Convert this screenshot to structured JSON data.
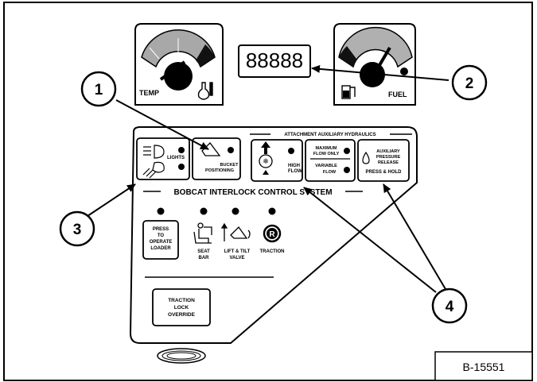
{
  "gauges": {
    "temp": {
      "label": "TEMP"
    },
    "fuel": {
      "label": "FUEL"
    }
  },
  "hourmeter": {
    "reading": "88888"
  },
  "callouts": [
    "1",
    "2",
    "3",
    "4"
  ],
  "panel": {
    "lights_label": "LIGHTS",
    "bucket_label": [
      "BUCKET",
      "POSITIONING"
    ],
    "aux_header": "ATTACHMENT AUXILIARY HYDRAULICS",
    "high_flow_label": [
      "HIGH",
      "FLOW"
    ],
    "max_flow_label": [
      "MAXIMUM",
      "FLOW ONLY"
    ],
    "variable_flow_label": [
      "VARIABLE",
      "FLOW"
    ],
    "aux_pressure_label": [
      "AUXILIARY",
      "PRESSURE",
      "RELEASE"
    ],
    "press_hold_label": "PRESS & HOLD",
    "interlock_title": "BOBCAT INTERLOCK CONTROL SYSTEM",
    "press_button_label": [
      "PRESS",
      "TO",
      "OPERATE",
      "LOADER"
    ],
    "seat_bar_label": [
      "SEAT",
      "BAR"
    ],
    "lift_tilt_label": [
      "LIFT & TILT",
      "VALVE"
    ],
    "traction_label": "TRACTION",
    "override_label": [
      "TRACTION",
      "LOCK",
      "OVERRIDE"
    ]
  },
  "figure_id": "B-15551"
}
